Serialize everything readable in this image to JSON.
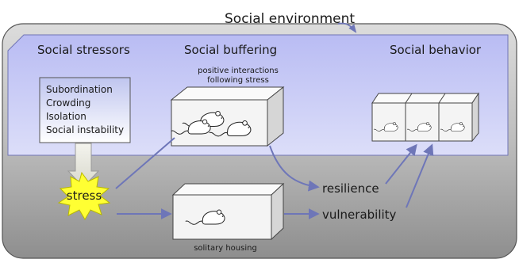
{
  "diagram": {
    "environment_label": "Social environment",
    "stressors": {
      "heading": "Social stressors",
      "items": [
        "Subordination",
        "Crowding",
        "Isolation",
        "Social instability"
      ]
    },
    "buffering": {
      "heading": "Social buffering",
      "caption_line1": "positive interactions",
      "caption_line2": "following stress"
    },
    "behavior": {
      "heading": "Social behavior"
    },
    "stress_label": "stress",
    "outcomes": {
      "resilience": "resilience",
      "vulnerability": "vulnerability"
    },
    "solitary_caption": "solitary housing"
  },
  "colors": {
    "outer_panel": "#b7b7b7",
    "inner_panel": "#c9cbf5",
    "box_face": "#f4f4f4",
    "arrow": "#6e76b8",
    "burst_fill": "#ffff33",
    "down_arrow": "#e8e8e0"
  }
}
